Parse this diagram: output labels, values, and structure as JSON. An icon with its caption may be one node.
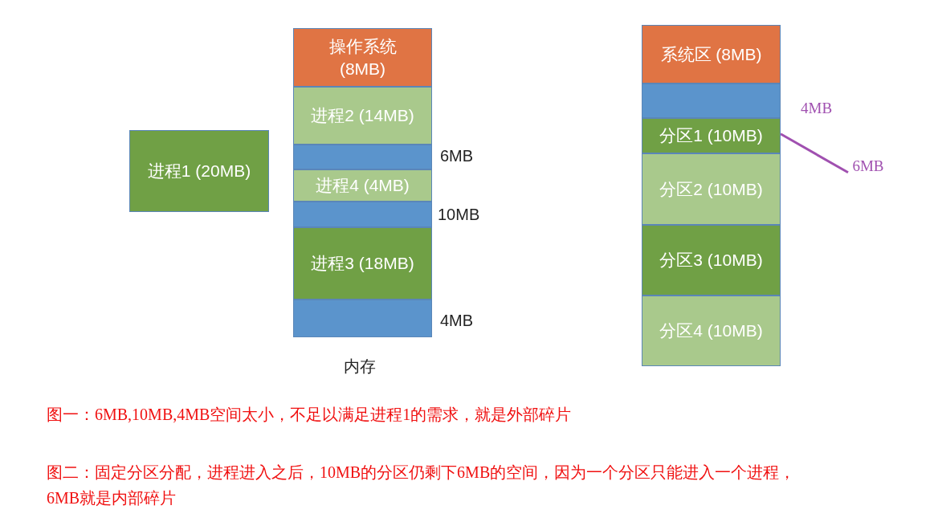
{
  "diagram": {
    "nodes": [
      {
        "text": [
          "操作系统 (8MB)"
        ]
      },
      {
        "text": [
          "进程2 (14MB)"
        ]
      },
      {
        "text": [],
        "shape": "box",
        "beside": [
          "6MB"
        ]
      },
      {
        "text": [
          "进程4 (4MB)"
        ]
      },
      {
        "text": [],
        "shape": "box",
        "beside": [
          "10MB"
        ]
      },
      {
        "text": [
          "进程3 (18MB)"
        ]
      },
      {
        "text": [],
        "shape": "box",
        "beside": [
          "4MB"
        ]
      },
      {
        "text": [
          "进程1 (20MB)"
        ]
      },
      {
        "text": [
          "系统区 (8MB)"
        ]
      },
      {
        "text": [],
        "shape": "box",
        "beside": [
          "4MB"
        ]
      },
      {
        "text": [
          "分区1 (10MB)"
        ]
      },
      {
        "text": [
          "分区2 (10MB)"
        ]
      },
      {
        "text": [
          "分区3 (10MB)"
        ]
      },
      {
        "text": [
          "分区4 (10MB)"
        ]
      },
      {
        "text": [
          "6MB"
        ]
      }
    ],
    "edges": [
      {
        "from": 14,
        "to": 10,
        "arrow": "none",
        "color": "#a050b0"
      }
    ],
    "labels": [
      "内存",
      "图一：6MB,10MB,4MB空间太小，不足以满足进程1的需求，就是外部碎片",
      "图二：固定分区分配，进程进入之后，10MB的分区仍剩下6MB的空间，因为一个分区只能进入一个进程，6MB就是内部碎片"
    ]
  }
}
